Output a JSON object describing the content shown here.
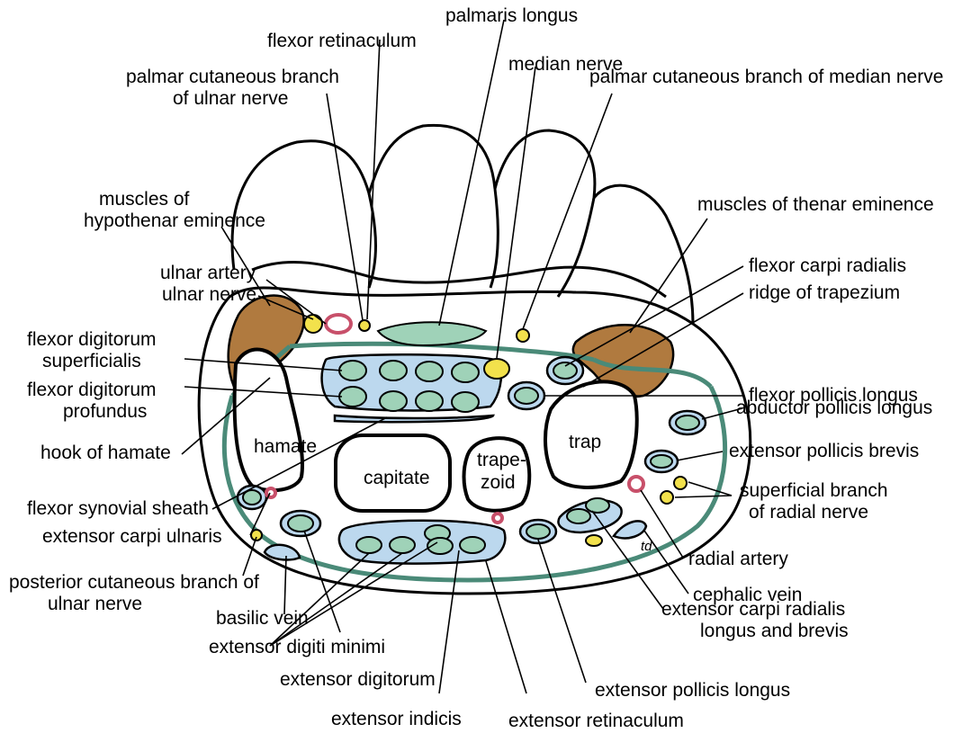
{
  "labels": {
    "palmaris_longus": "palmaris longus",
    "flexor_retinaculum": "flexor retinaculum",
    "median_nerve": "median nerve",
    "palmar_cut_ulnar_1": "palmar cutaneous branch",
    "palmar_cut_ulnar_2": "of ulnar nerve",
    "palmar_cut_median": "palmar cutaneous branch of median nerve",
    "hypothenar_1": "muscles of",
    "hypothenar_2": "hypothenar eminence",
    "thenar": "muscles of thenar eminence",
    "ulnar_artery": "ulnar artery",
    "ulnar_nerve": "ulnar nerve",
    "fcr": "flexor carpi radialis",
    "ridge_trapezium": "ridge of trapezium",
    "fds_1": "flexor digitorum",
    "fds_2": "superficialis",
    "fdp_1": "flexor digitorum",
    "fdp_2": "profundus",
    "fpl": "flexor pollicis longus",
    "apl": "abductor pollicis longus",
    "hook_hamate": "hook of hamate",
    "epb": "extensor pollicis brevis",
    "superficial_radial_1": "superficial branch",
    "superficial_radial_2": "of radial nerve",
    "flexor_sheath": "flexor synovial sheath",
    "ecu": "extensor carpi ulnaris",
    "radial_artery": "radial artery",
    "post_cut_ulnar_1": "posterior cutaneous branch of",
    "post_cut_ulnar_2": "ulnar nerve",
    "cephalic_vein": "cephalic vein",
    "basilic_vein": "basilic vein",
    "ecrl_1": "extensor carpi radialis",
    "ecrl_2": "longus and brevis",
    "edm": "extensor digiti minimi",
    "ed": "extensor digitorum",
    "epl": "extensor pollicis longus",
    "ei": "extensor indicis",
    "ext_retinaculum": "extensor retinaculum"
  },
  "bones": {
    "hamate": "hamate",
    "capitate": "capitate",
    "trapezoid_1": "trape-",
    "trapezoid_2": "zoid",
    "trapezium": "trap"
  },
  "signature": "td",
  "colors": {
    "fascia": "#4a8a78",
    "tendon": "#9fd2b8",
    "sheath": "#bcd8ee",
    "nerve": "#f2e14c",
    "artery": "#c8506a",
    "muscle": "#b07a3f"
  }
}
